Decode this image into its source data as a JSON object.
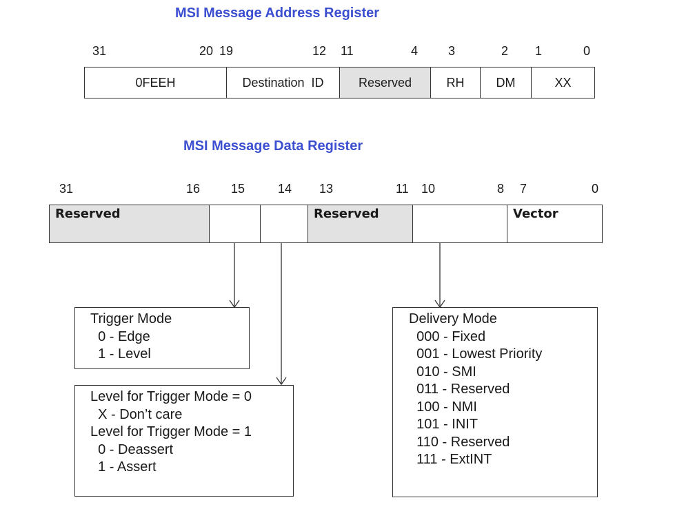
{
  "address_register": {
    "title": "MSI Message Address Register",
    "bit_labels": [
      "31",
      "20",
      "19",
      "12",
      "11",
      "4",
      "3",
      "2",
      "1",
      "0"
    ],
    "fields": [
      {
        "label": "0FEEH",
        "reserved": false
      },
      {
        "label": "Destination  ID",
        "reserved": false
      },
      {
        "label": "Reserved",
        "reserved": true
      },
      {
        "label": "RH",
        "reserved": false
      },
      {
        "label": "DM",
        "reserved": false
      },
      {
        "label": "XX",
        "reserved": false
      }
    ]
  },
  "data_register": {
    "title": "MSI Message Data Register",
    "bit_labels": [
      "31",
      "16",
      "15",
      "14",
      "13",
      "11",
      "10",
      "8",
      "7",
      "0"
    ],
    "fields": [
      {
        "label": "Reserved",
        "reserved": true
      },
      {
        "label": "",
        "reserved": false
      },
      {
        "label": "",
        "reserved": false
      },
      {
        "label": "Reserved",
        "reserved": true
      },
      {
        "label": "",
        "reserved": false
      },
      {
        "label": "Vector",
        "reserved": false
      }
    ]
  },
  "trigger_mode_box": {
    "lines": [
      "Trigger Mode",
      "  0 - Edge",
      "  1 - Level"
    ]
  },
  "level_box": {
    "lines": [
      "Level for Trigger Mode = 0",
      "  X - Don’t care",
      "Level for Trigger Mode = 1",
      "  0 - Deassert",
      "  1 - Assert"
    ]
  },
  "delivery_mode_box": {
    "lines": [
      "Delivery Mode",
      "  000 - Fixed",
      "  001 - Lowest Priority",
      "  010 - SMI",
      "  011 - Reserved",
      "  100 - NMI",
      "  101 - INIT",
      "  110 - Reserved",
      "  111 - ExtINT"
    ]
  },
  "colors": {
    "title": "#3c4fd0",
    "reserved_fill": "#e2e2e2",
    "line": "#333333"
  }
}
